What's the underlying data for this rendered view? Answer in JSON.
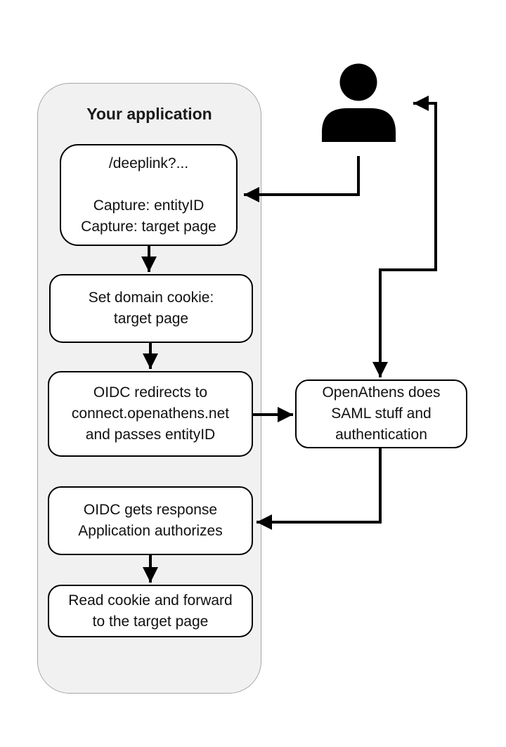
{
  "diagram": {
    "title": "Your application",
    "container": {
      "label": "application-boundary",
      "fill": "#f1f1f1",
      "border_color": "#a6a6a6"
    },
    "boxes": {
      "deeplink": {
        "lines": [
          "/deeplink?...",
          "",
          "Capture: entityID",
          "Capture: target page"
        ]
      },
      "set_cookie": {
        "lines": [
          "Set domain cookie:",
          "target page"
        ]
      },
      "oidc_redirect": {
        "lines": [
          "OIDC redirects to",
          "connect.openathens.net",
          "and passes entityID"
        ]
      },
      "openathens": {
        "lines": [
          "OpenAthens does",
          "SAML stuff and",
          "authentication"
        ]
      },
      "oidc_response": {
        "lines": [
          "OIDC gets response",
          "Application authorizes"
        ]
      },
      "read_cookie": {
        "lines": [
          "Read cookie and forward",
          "to the target page"
        ]
      }
    },
    "actor": {
      "name": "user",
      "icon": "person-icon"
    },
    "colors": {
      "box_fill": "#ffffff",
      "box_border": "#000000",
      "arrow": "#000000",
      "background": "#ffffff"
    }
  }
}
